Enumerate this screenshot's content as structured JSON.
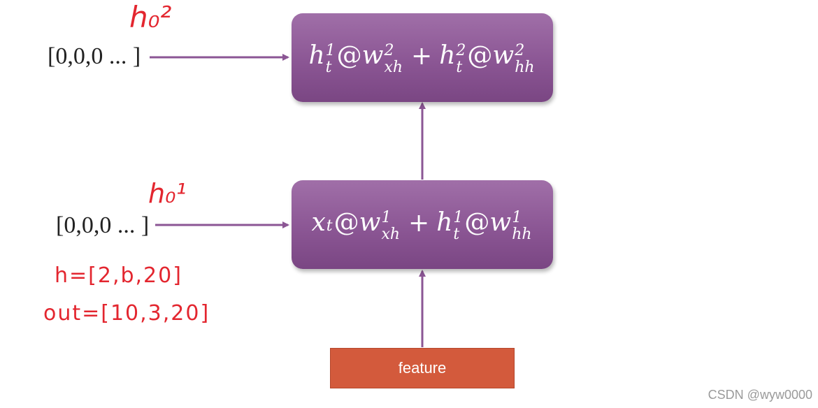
{
  "diagram": {
    "top_cell": {
      "formula": {
        "term1": {
          "base": "h",
          "sup": "1",
          "sub": "t"
        },
        "at1": "@",
        "term2": {
          "base": "w",
          "sup": "2",
          "sub": "xh"
        },
        "plus": "+",
        "term3": {
          "base": "h",
          "sup": "2",
          "sub": "t"
        },
        "at2": "@",
        "term4": {
          "base": "w",
          "sup": "2",
          "sub": "hh"
        }
      }
    },
    "bottom_cell": {
      "formula": {
        "term1": {
          "base": "x",
          "sup": "",
          "sub": "t"
        },
        "at1": "@",
        "term2": {
          "base": "w",
          "sup": "1",
          "sub": "xh"
        },
        "plus": "+",
        "term3": {
          "base": "h",
          "sup": "1",
          "sub": "t"
        },
        "at2": "@",
        "term4": {
          "base": "w",
          "sup": "1",
          "sub": "hh"
        }
      }
    },
    "initial_state_top": "[0,0,0 ... ]",
    "initial_state_bottom": "[0,0,0 ... ]",
    "feature_label": "feature",
    "handwritten": {
      "h0_layer2": "h₀²",
      "h0_layer1": "h₀¹",
      "h_shape": "h=[2,b,20]",
      "out_shape": "out=[10,3,20]"
    },
    "colors": {
      "cell_fill": "#8b5694",
      "arrow": "#8b5694",
      "feature_fill": "#d35a3c",
      "handwriting": "#e3262f"
    }
  },
  "watermark": "CSDN @wyw0000"
}
